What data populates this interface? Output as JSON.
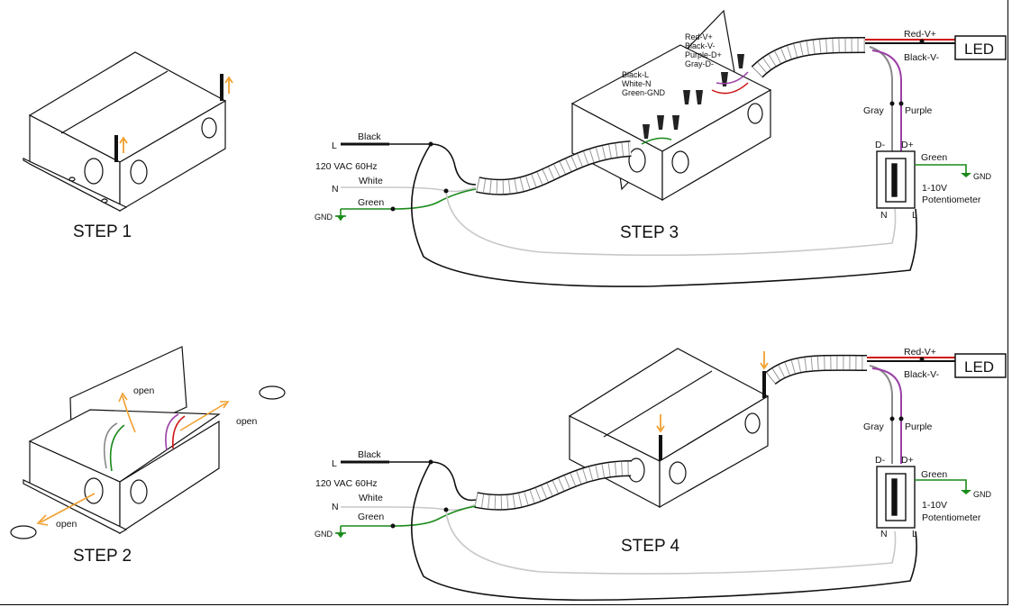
{
  "steps": {
    "s1": "STEP 1",
    "s2": "STEP 2",
    "s3": "STEP 3",
    "s4": "STEP 4"
  },
  "open_label": "open",
  "supply": {
    "voltage": "120 VAC 60Hz",
    "line_letter": "L",
    "neutral_letter": "N",
    "black": "Black",
    "white": "White",
    "green": "Green",
    "gnd": "GND"
  },
  "led": {
    "label": "LED",
    "red": "Red-V+",
    "black": "Black-V-"
  },
  "pot": {
    "gray": "Gray",
    "purple": "Purple",
    "dminus": "D-",
    "dplus": "D+",
    "green": "Green",
    "gnd": "GND",
    "title": "1-10V",
    "subtitle": "Potentiometer",
    "n": "N",
    "l": "L"
  },
  "box_labels": {
    "left": [
      "Black-L",
      "White-N",
      "Green-GND"
    ],
    "right": [
      "Red-V+",
      "Black-V-",
      "Purple-D+",
      "Gray-D-"
    ]
  },
  "colors": {
    "wire_black": "#111111",
    "wire_white": "#c8c8c8",
    "wire_green": "#1a8a1a",
    "wire_red": "#d01010",
    "wire_purple": "#9b3fa6",
    "wire_gray": "#8a8a8a",
    "arrow": "#f0a030"
  }
}
